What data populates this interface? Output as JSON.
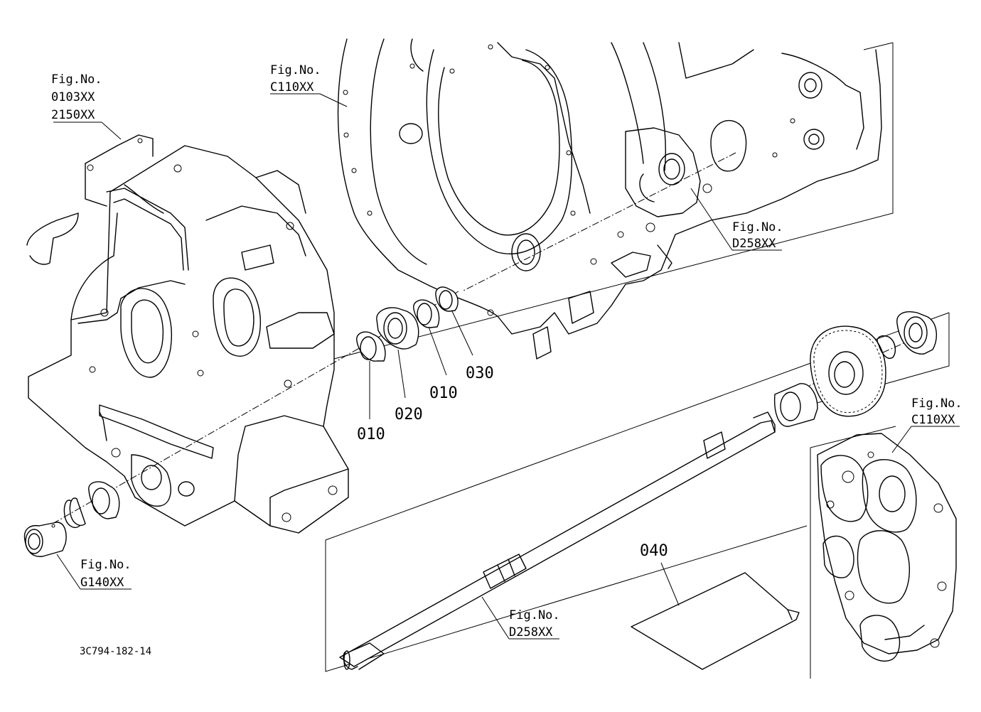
{
  "diagram": {
    "figure_code": "3C794-182-14",
    "references": [
      {
        "id": "ref-0103-2150",
        "line1": "Fig.No.",
        "line2": "0103XX",
        "line3": "2150XX"
      },
      {
        "id": "ref-c110-top",
        "line1": "Fig.No.",
        "line2": "C110XX"
      },
      {
        "id": "ref-d258-top",
        "line1": "Fig.No.",
        "line2": "D258XX"
      },
      {
        "id": "ref-c110-right",
        "line1": "Fig.No.",
        "line2": "C110XX"
      },
      {
        "id": "ref-g140",
        "line1": "Fig.No.",
        "line2": "G140XX"
      },
      {
        "id": "ref-d258-bottom",
        "line1": "Fig.No.",
        "line2": "D258XX"
      }
    ],
    "parts": [
      {
        "id": "part-010-a",
        "number": "010"
      },
      {
        "id": "part-020",
        "number": "020"
      },
      {
        "id": "part-010-b",
        "number": "010"
      },
      {
        "id": "part-030",
        "number": "030"
      },
      {
        "id": "part-040",
        "number": "040"
      }
    ]
  }
}
